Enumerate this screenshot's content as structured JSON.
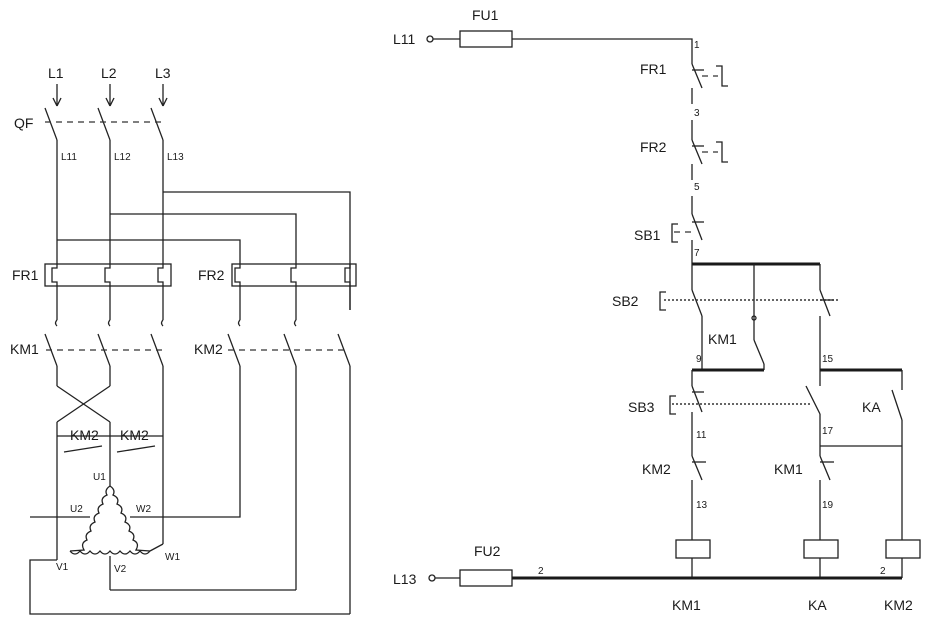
{
  "power": {
    "phases": [
      "L1",
      "L2",
      "L3"
    ],
    "breaker": "QF",
    "lines": [
      "L11",
      "L12",
      "L13"
    ],
    "fr1": "FR1",
    "fr2": "FR2",
    "km1": "KM1",
    "km2": "KM2",
    "km2_left": "KM2",
    "km2_right": "KM2",
    "motor": {
      "u1": "U1",
      "u2": "U2",
      "w2": "W2",
      "v1": "V1",
      "v2": "V2",
      "w1": "W1"
    }
  },
  "control": {
    "supply_top": "L11",
    "supply_bottom": "L13",
    "fu1": "FU1",
    "fu2": "FU2",
    "fr1": "FR1",
    "fr2": "FR2",
    "sb1": "SB1",
    "sb2": "SB2",
    "sb3": "SB3",
    "km1_aux": "KM1",
    "ka_contact": "KA",
    "km2_nc": "KM2",
    "km1_nc": "KM1",
    "nodes": {
      "n1": "1",
      "n3": "3",
      "n5": "5",
      "n7": "7",
      "n9": "9",
      "n15": "15",
      "n11": "11",
      "n17": "17",
      "n13": "13",
      "n19": "19",
      "n2a": "2",
      "n2b": "2"
    },
    "coils": [
      "KM1",
      "KA",
      "KM2"
    ]
  }
}
